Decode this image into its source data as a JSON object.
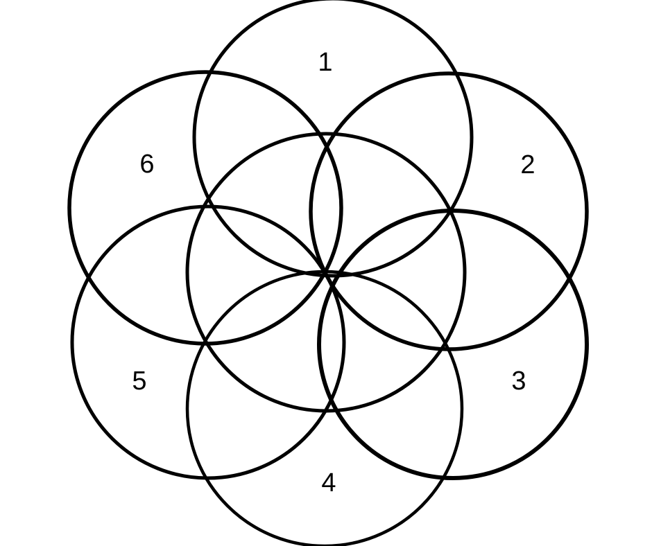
{
  "diagram": {
    "labels": [
      "1",
      "2",
      "3",
      "4",
      "5",
      "6"
    ],
    "line_color": "#000000",
    "background_color": "#ffffff"
  }
}
